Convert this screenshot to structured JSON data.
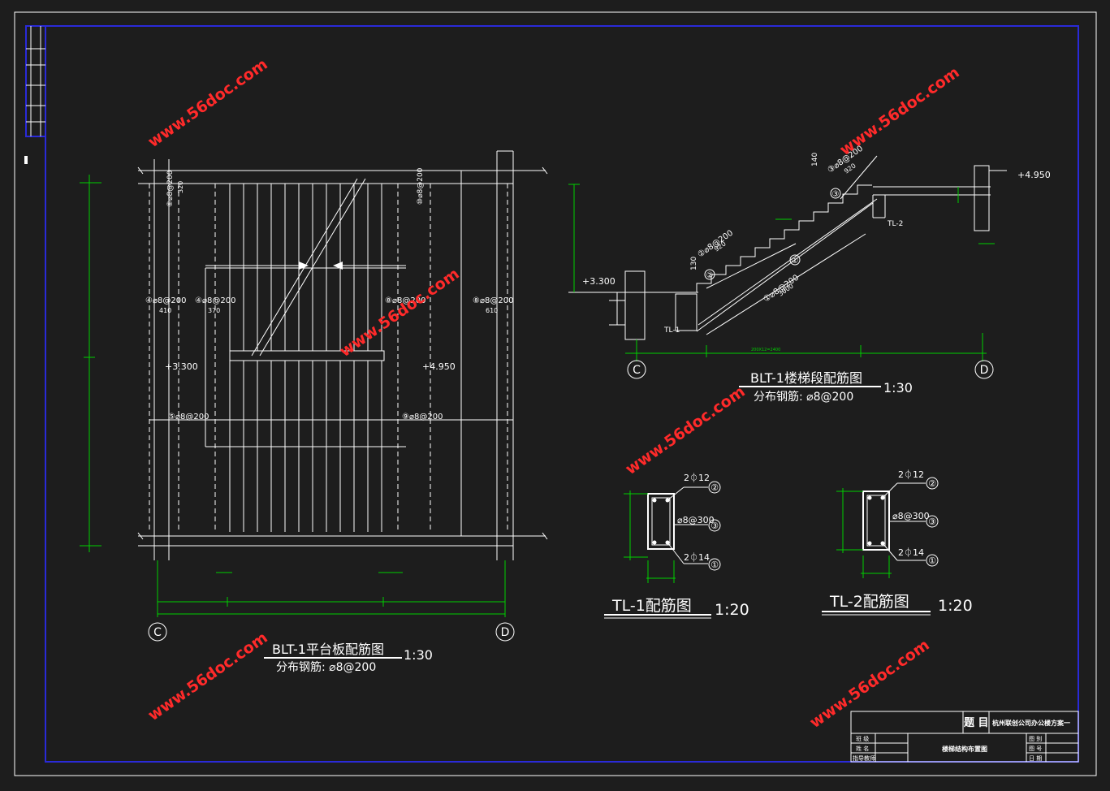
{
  "watermark": "www.56doc.com",
  "plan": {
    "title": "BLT-1平台板配筋图",
    "scale": "1:30",
    "note": "分布钢筋: ⌀8@200",
    "axis_left": "C",
    "axis_right": "D",
    "elev_left": "+3.300",
    "elev_right": "+4.950",
    "bar_4a": "④⌀8@200",
    "bar_4a_len": "410",
    "bar_4b": "④⌀8@200",
    "bar_4b_len": "370",
    "bar_8a": "⑧⌀8@200",
    "bar_8b": "⑧⌀8@200",
    "bar_8b_len": "610",
    "bar_5": "⑤⌀8@200",
    "bar_9": "⑨⌀8@200",
    "bar_6_top": "⑥⌀8@200",
    "bar_10_top": "⑩⌀8@200",
    "dim_320": "320"
  },
  "section": {
    "title": "BLT-1楼梯段配筋图",
    "scale": "1:30",
    "note": "分布钢筋: ⌀8@200",
    "axis_left": "C",
    "axis_right": "D",
    "elev_low": "+3.300",
    "elev_high": "+4.950",
    "bar_1": "①⌀8@200",
    "bar_1_len": "3000",
    "bar_2": "②⌀8@200",
    "bar_2_len": "920",
    "bar_3": "③⌀8@200",
    "bar_3_len": "920",
    "dim_140": "140",
    "dim_130": "130",
    "tl1": "TL-1",
    "tl2": "TL-2",
    "c1": "①",
    "c2": "②",
    "c3": "③",
    "dim_steps": "200X12=2400"
  },
  "tl1": {
    "title": "TL-1配筋图",
    "scale": "1:20",
    "top_bar": "2⏀12",
    "stirrup": "⌀8@300",
    "bottom_bar": "2⏀14",
    "m1": "①",
    "m2": "②",
    "m3": "③"
  },
  "tl2": {
    "title": "TL-2配筋图",
    "scale": "1:20",
    "top_bar": "2⏀12",
    "stirrup": "⌀8@300",
    "bottom_bar": "2⏀14",
    "m1": "①",
    "m2": "②",
    "m3": "③"
  },
  "titleblock": {
    "label_topic": "题 目",
    "project": "杭州联创公司办公楼方案一",
    "drawing": "楼梯结构布置图",
    "r1": "班 级",
    "r2": "姓 名",
    "r3": "指导教师",
    "f1": "图 别",
    "f2": "图 号",
    "f3": "日 期"
  },
  "colors": {
    "line": "#ffffff",
    "dimension": "#00d000",
    "frame": "#2a2ad8",
    "watermark": "#ff2a2a",
    "background": "#1d1d1d"
  }
}
